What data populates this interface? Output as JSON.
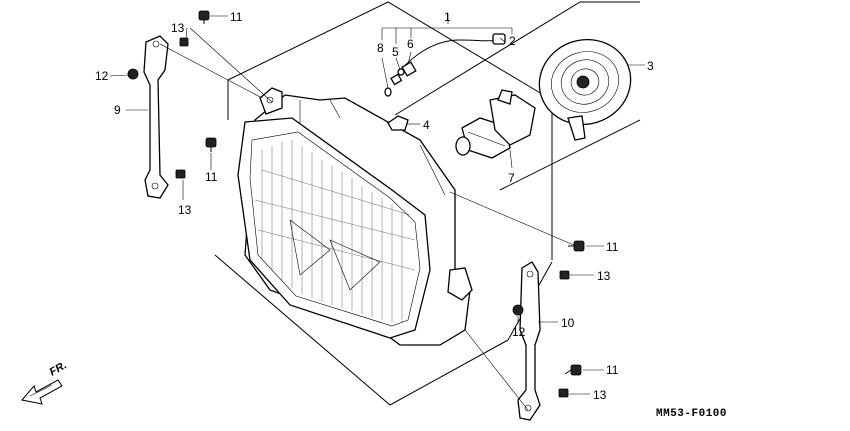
{
  "diagram": {
    "code": "MM53-F0100",
    "direction_label": "FR.",
    "callouts": [
      {
        "id": "c1",
        "label": "1"
      },
      {
        "id": "c2",
        "label": "2"
      },
      {
        "id": "c3",
        "label": "3"
      },
      {
        "id": "c4",
        "label": "4"
      },
      {
        "id": "c5",
        "label": "5"
      },
      {
        "id": "c6",
        "label": "6"
      },
      {
        "id": "c7",
        "label": "7"
      },
      {
        "id": "c8",
        "label": "8"
      },
      {
        "id": "c9",
        "label": "9"
      },
      {
        "id": "c10",
        "label": "10"
      },
      {
        "id": "c11a",
        "label": "11"
      },
      {
        "id": "c11b",
        "label": "11"
      },
      {
        "id": "c11c",
        "label": "11"
      },
      {
        "id": "c11d",
        "label": "11"
      },
      {
        "id": "c12a",
        "label": "12"
      },
      {
        "id": "c12b",
        "label": "12"
      },
      {
        "id": "c13a",
        "label": "13"
      },
      {
        "id": "c13b",
        "label": "13"
      },
      {
        "id": "c13c",
        "label": "13"
      },
      {
        "id": "c13d",
        "label": "13"
      }
    ]
  }
}
